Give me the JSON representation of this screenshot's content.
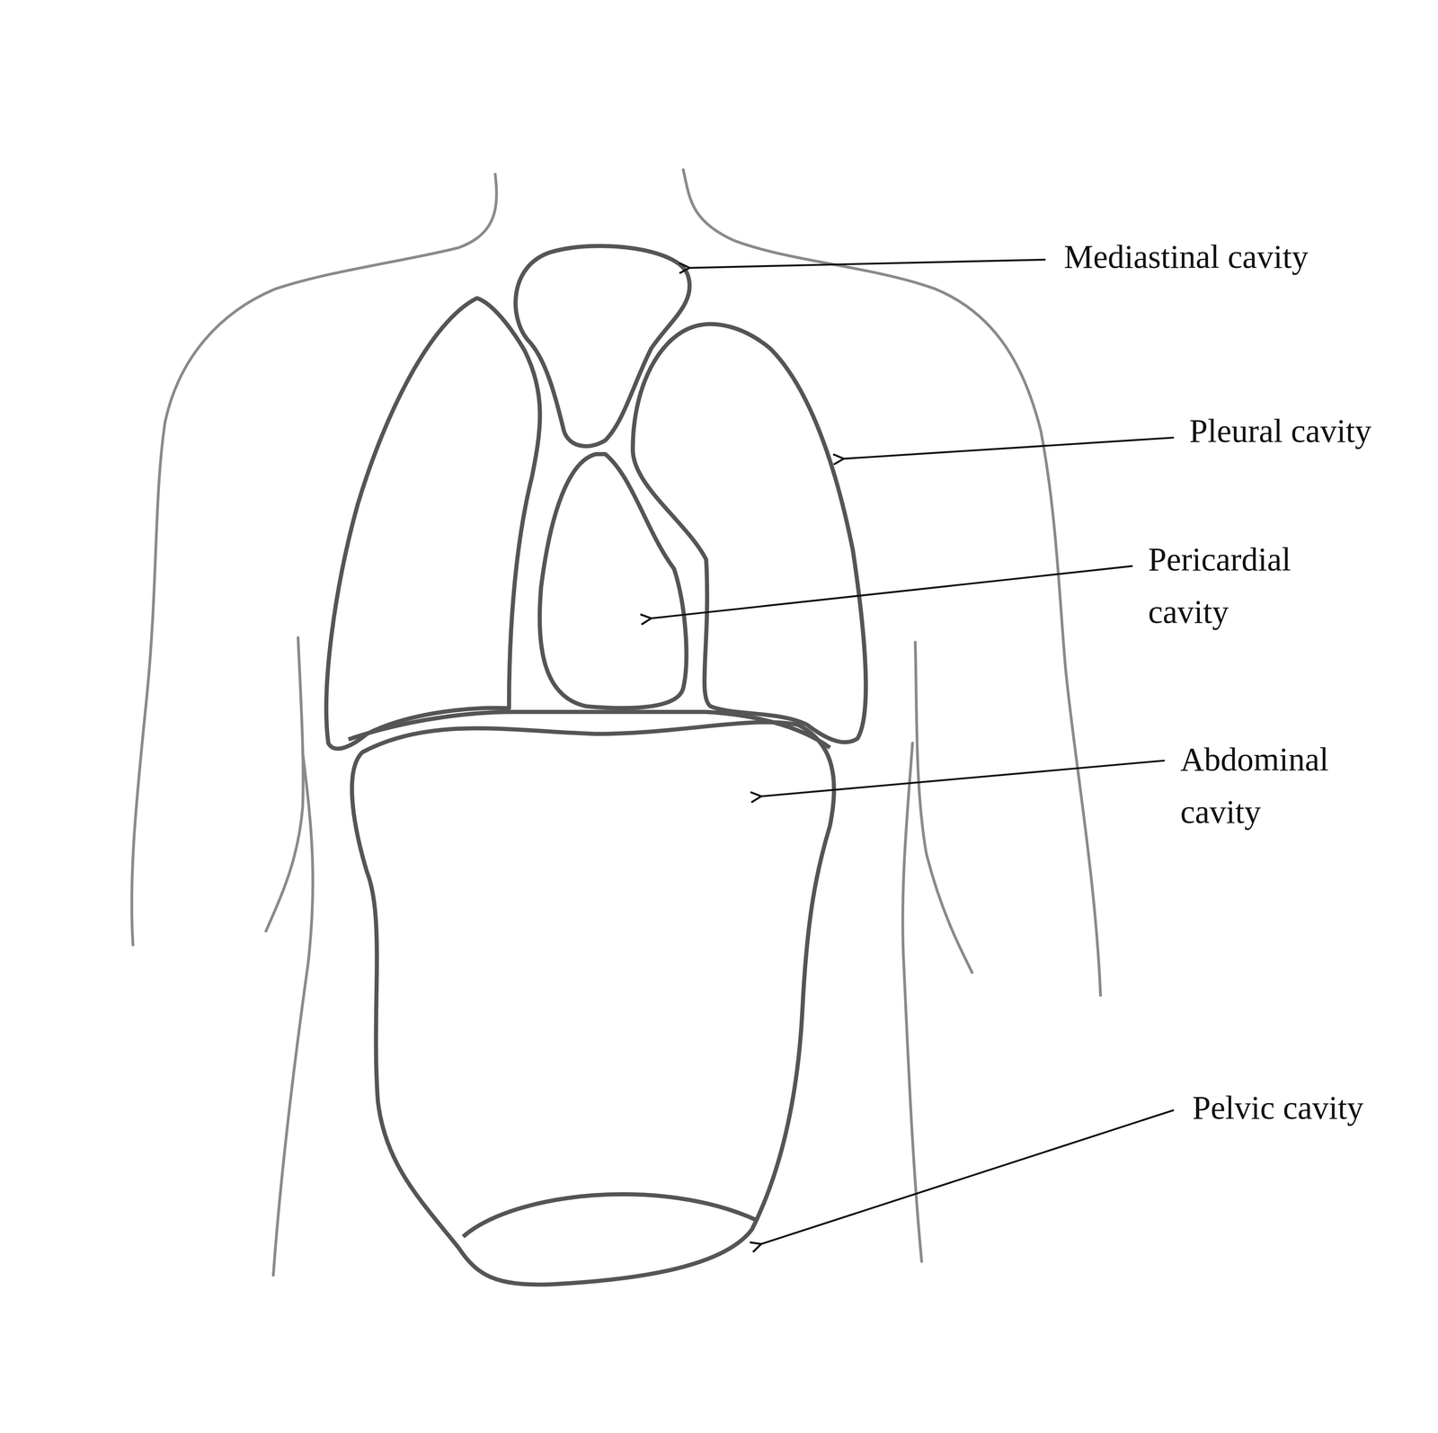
{
  "diagram": {
    "labels": [
      "Mediastinal cavity",
      "Pleural cavity",
      "Pericardial cavity",
      "Abdominal cavity",
      "Pelvic cavity"
    ]
  }
}
